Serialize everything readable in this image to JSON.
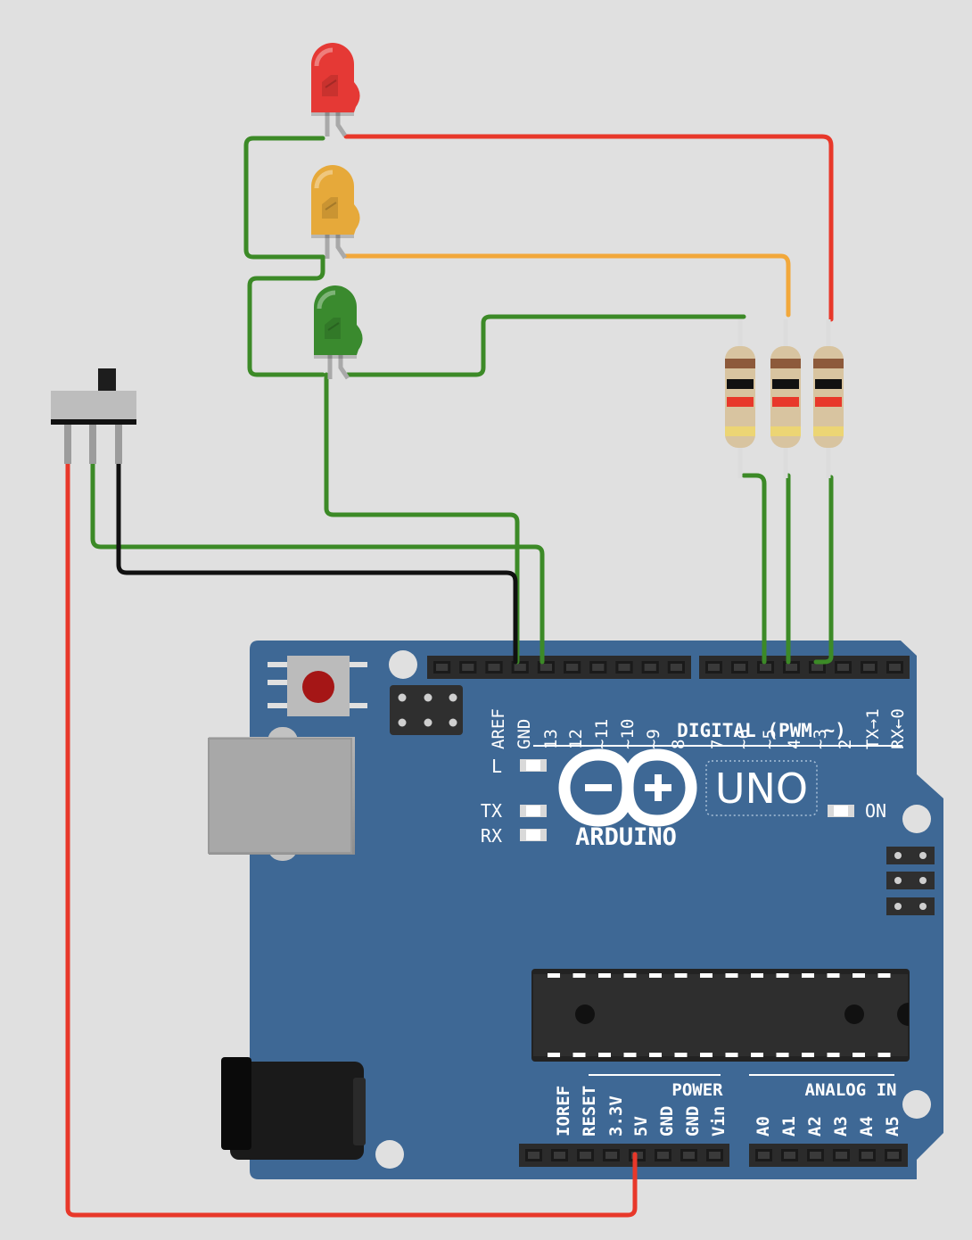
{
  "board": {
    "name": "UNO",
    "brand": "ARDUINO",
    "color": "#3e6895",
    "header_top_labels": [
      "AREF",
      "GND",
      "13",
      "12",
      "~11",
      "~10",
      "~9",
      "8",
      "7",
      "~6",
      "~5",
      "4",
      "~3",
      "2",
      "TX→1",
      "RX←0"
    ],
    "digital_label": "DIGITAL (PWM ~)",
    "led_labels": {
      "l": "L",
      "tx": "TX",
      "rx": "RX",
      "on": "ON"
    },
    "power_labels": [
      "IOREF",
      "RESET",
      "3.3V",
      "5V",
      "GND",
      "GND",
      "Vin"
    ],
    "power_title": "POWER",
    "analog_labels": [
      "A0",
      "A1",
      "A2",
      "A3",
      "A4",
      "A5"
    ],
    "analog_title": "ANALOG IN"
  },
  "components": {
    "leds": [
      {
        "name": "red-led",
        "color": "#e53935"
      },
      {
        "name": "yellow-led",
        "color": "#e6a93a"
      },
      {
        "name": "green-led",
        "color": "#3a8a2e"
      }
    ],
    "resistors": 3,
    "switch": "slide-switch"
  },
  "wire_colors": {
    "green": "#3c8a27",
    "red": "#e8382a",
    "orange": "#f2a83b",
    "black": "#111111"
  }
}
